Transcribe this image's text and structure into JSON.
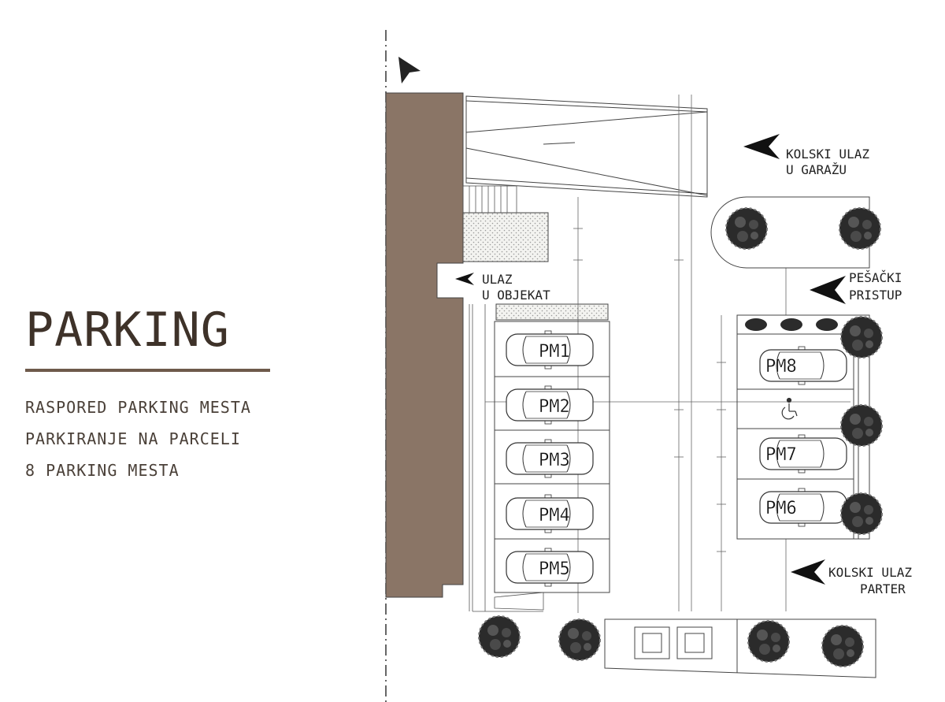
{
  "heading": "PARKING",
  "subtitle": [
    "RASPORED PARKING MESTA",
    "PARKIRANJE NA PARCELI",
    "8 PARKING MESTA"
  ],
  "labels": {
    "garage_entry_1": "KOLSKI ULAZ",
    "garage_entry_2": "U GARAŽU",
    "building_entry_1": "ULAZ",
    "building_entry_2": "U OBJEKAT",
    "pedestrian_1": "PEŠAČKI",
    "pedestrian_2": "PRISTUP",
    "ground_entry_1": "KOLSKI ULAZ",
    "ground_entry_2": "PARTER"
  },
  "spots": [
    "PM1",
    "PM2",
    "PM3",
    "PM4",
    "PM5",
    "PM6",
    "PM7",
    "PM8"
  ],
  "colors": {
    "building": "#8a7566",
    "title": "#3e3229",
    "rule": "#6e5a4b"
  }
}
